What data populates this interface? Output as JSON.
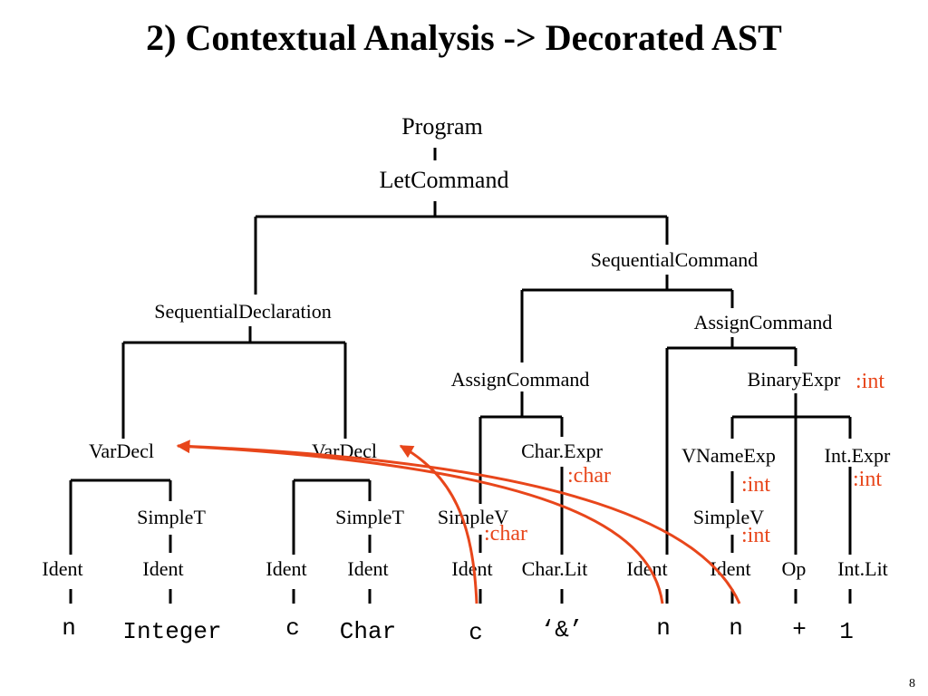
{
  "title": "2) Contextual Analysis -> Decorated AST",
  "page_number": "8",
  "colors": {
    "tree": "#000000",
    "annotation": "#e8461b"
  },
  "nodes": {
    "program": "Program",
    "let_command": "LetCommand",
    "sequential_declaration": "SequentialDeclaration",
    "sequential_command": "SequentialCommand",
    "assign_command_right": "AssignCommand",
    "assign_command_left": "AssignCommand",
    "binary_expr": "BinaryExpr",
    "var_decl_1": "VarDecl",
    "var_decl_2": "VarDecl",
    "char_expr": "Char.Expr",
    "vname_exp": "VNameExp",
    "int_expr": "Int.Expr",
    "simple_t_1": "SimpleT",
    "simple_t_2": "SimpleT",
    "simple_v_1": "SimpleV",
    "simple_v_2": "SimpleV",
    "ident_1": "Ident",
    "ident_2": "Ident",
    "ident_3": "Ident",
    "ident_4": "Ident",
    "ident_5": "Ident",
    "char_lit": "Char.Lit",
    "ident_6": "Ident",
    "ident_7": "Ident",
    "op": "Op",
    "int_lit": "Int.Lit"
  },
  "tokens": {
    "t1": "n",
    "t2": "Integer",
    "t3": "c",
    "t4": "Char",
    "t5": "c",
    "t6": "‘&’",
    "t7": "n",
    "t8": "n",
    "t9": "+",
    "t10": "1"
  },
  "annotations": {
    "binary_expr_type": ":int",
    "char_expr_type": ":char",
    "simple_v_1_type": ":char",
    "vname_exp_type": ":int",
    "int_expr_type": ":int",
    "simple_v_2_type": ":int"
  }
}
